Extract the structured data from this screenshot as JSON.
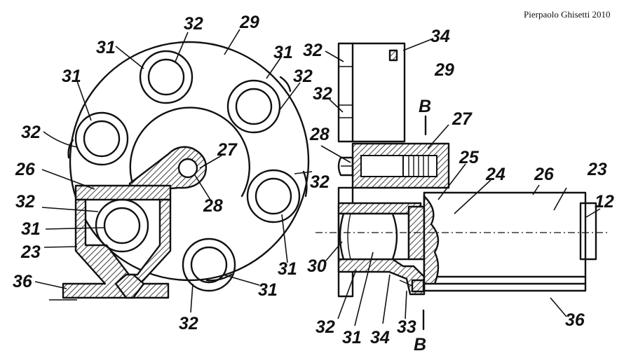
{
  "credit": "Pierpaolo Ghisetti 2010",
  "section_marks": {
    "top": "B",
    "bottom": "B"
  },
  "labels": {
    "l32a": "32",
    "l29a": "29",
    "l31a": "31",
    "l31b": "31",
    "l32b": "32",
    "l31c": "31",
    "l32c": "32",
    "l26a": "26",
    "l27a": "27",
    "l28a": "28",
    "l32d": "32",
    "l32e": "32",
    "l31d": "31",
    "l23a": "23",
    "l36a": "36",
    "l31e": "31",
    "l31f": "31",
    "l32f": "32",
    "l32g": "32",
    "l34a": "34",
    "l29b": "29",
    "l32h": "32",
    "l27b": "27",
    "l28b": "28",
    "l25": "25",
    "l24": "24",
    "l26b": "26",
    "l23b": "23",
    "l12": "12",
    "l30": "30",
    "l32i": "32",
    "l31g": "31",
    "l34b": "34",
    "l33": "33",
    "l36b": "36"
  }
}
